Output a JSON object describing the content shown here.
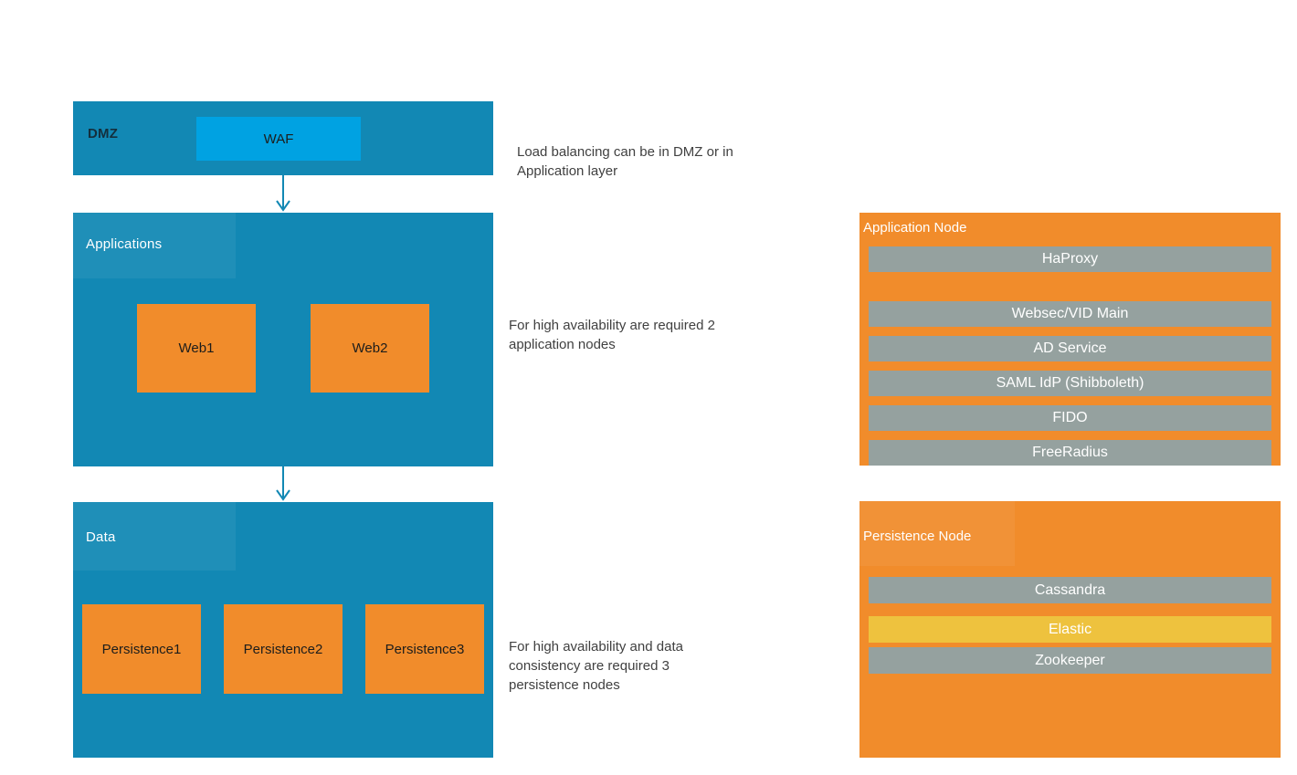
{
  "colors": {
    "layer_blue": "#1288b4",
    "waf_blue": "#00a2e2",
    "node_orange": "#f18c2b",
    "bar_gray": "#95a19f",
    "elastic_yellow": "#eec23e",
    "arrow_blue": "#1288b4",
    "dark_label": "#1d1d1b",
    "dmz_label": "#142f3d",
    "annotation_text": "#404040"
  },
  "layers": {
    "dmz": {
      "label": "DMZ",
      "waf_label": "WAF"
    },
    "applications": {
      "label": "Applications",
      "nodes": [
        "Web1",
        "Web2"
      ]
    },
    "data": {
      "label": "Data",
      "nodes": [
        "Persistence1",
        "Persistence2",
        "Persistence3"
      ]
    }
  },
  "annotations": {
    "dmz": "Load balancing can be in DMZ or in Application layer",
    "applications": "For high availability are required 2 application nodes",
    "data": "For high availability and data consistency are required 3 persistence nodes"
  },
  "application_node": {
    "title": "Application Node",
    "services": [
      "HaProxy",
      "Websec/VID Main",
      "AD Service",
      "SAML IdP (Shibboleth)",
      "FIDO",
      "FreeRadius"
    ]
  },
  "persistence_node": {
    "title": "Persistence Node",
    "services": [
      "Cassandra",
      "Elastic",
      "Zookeeper"
    ]
  }
}
